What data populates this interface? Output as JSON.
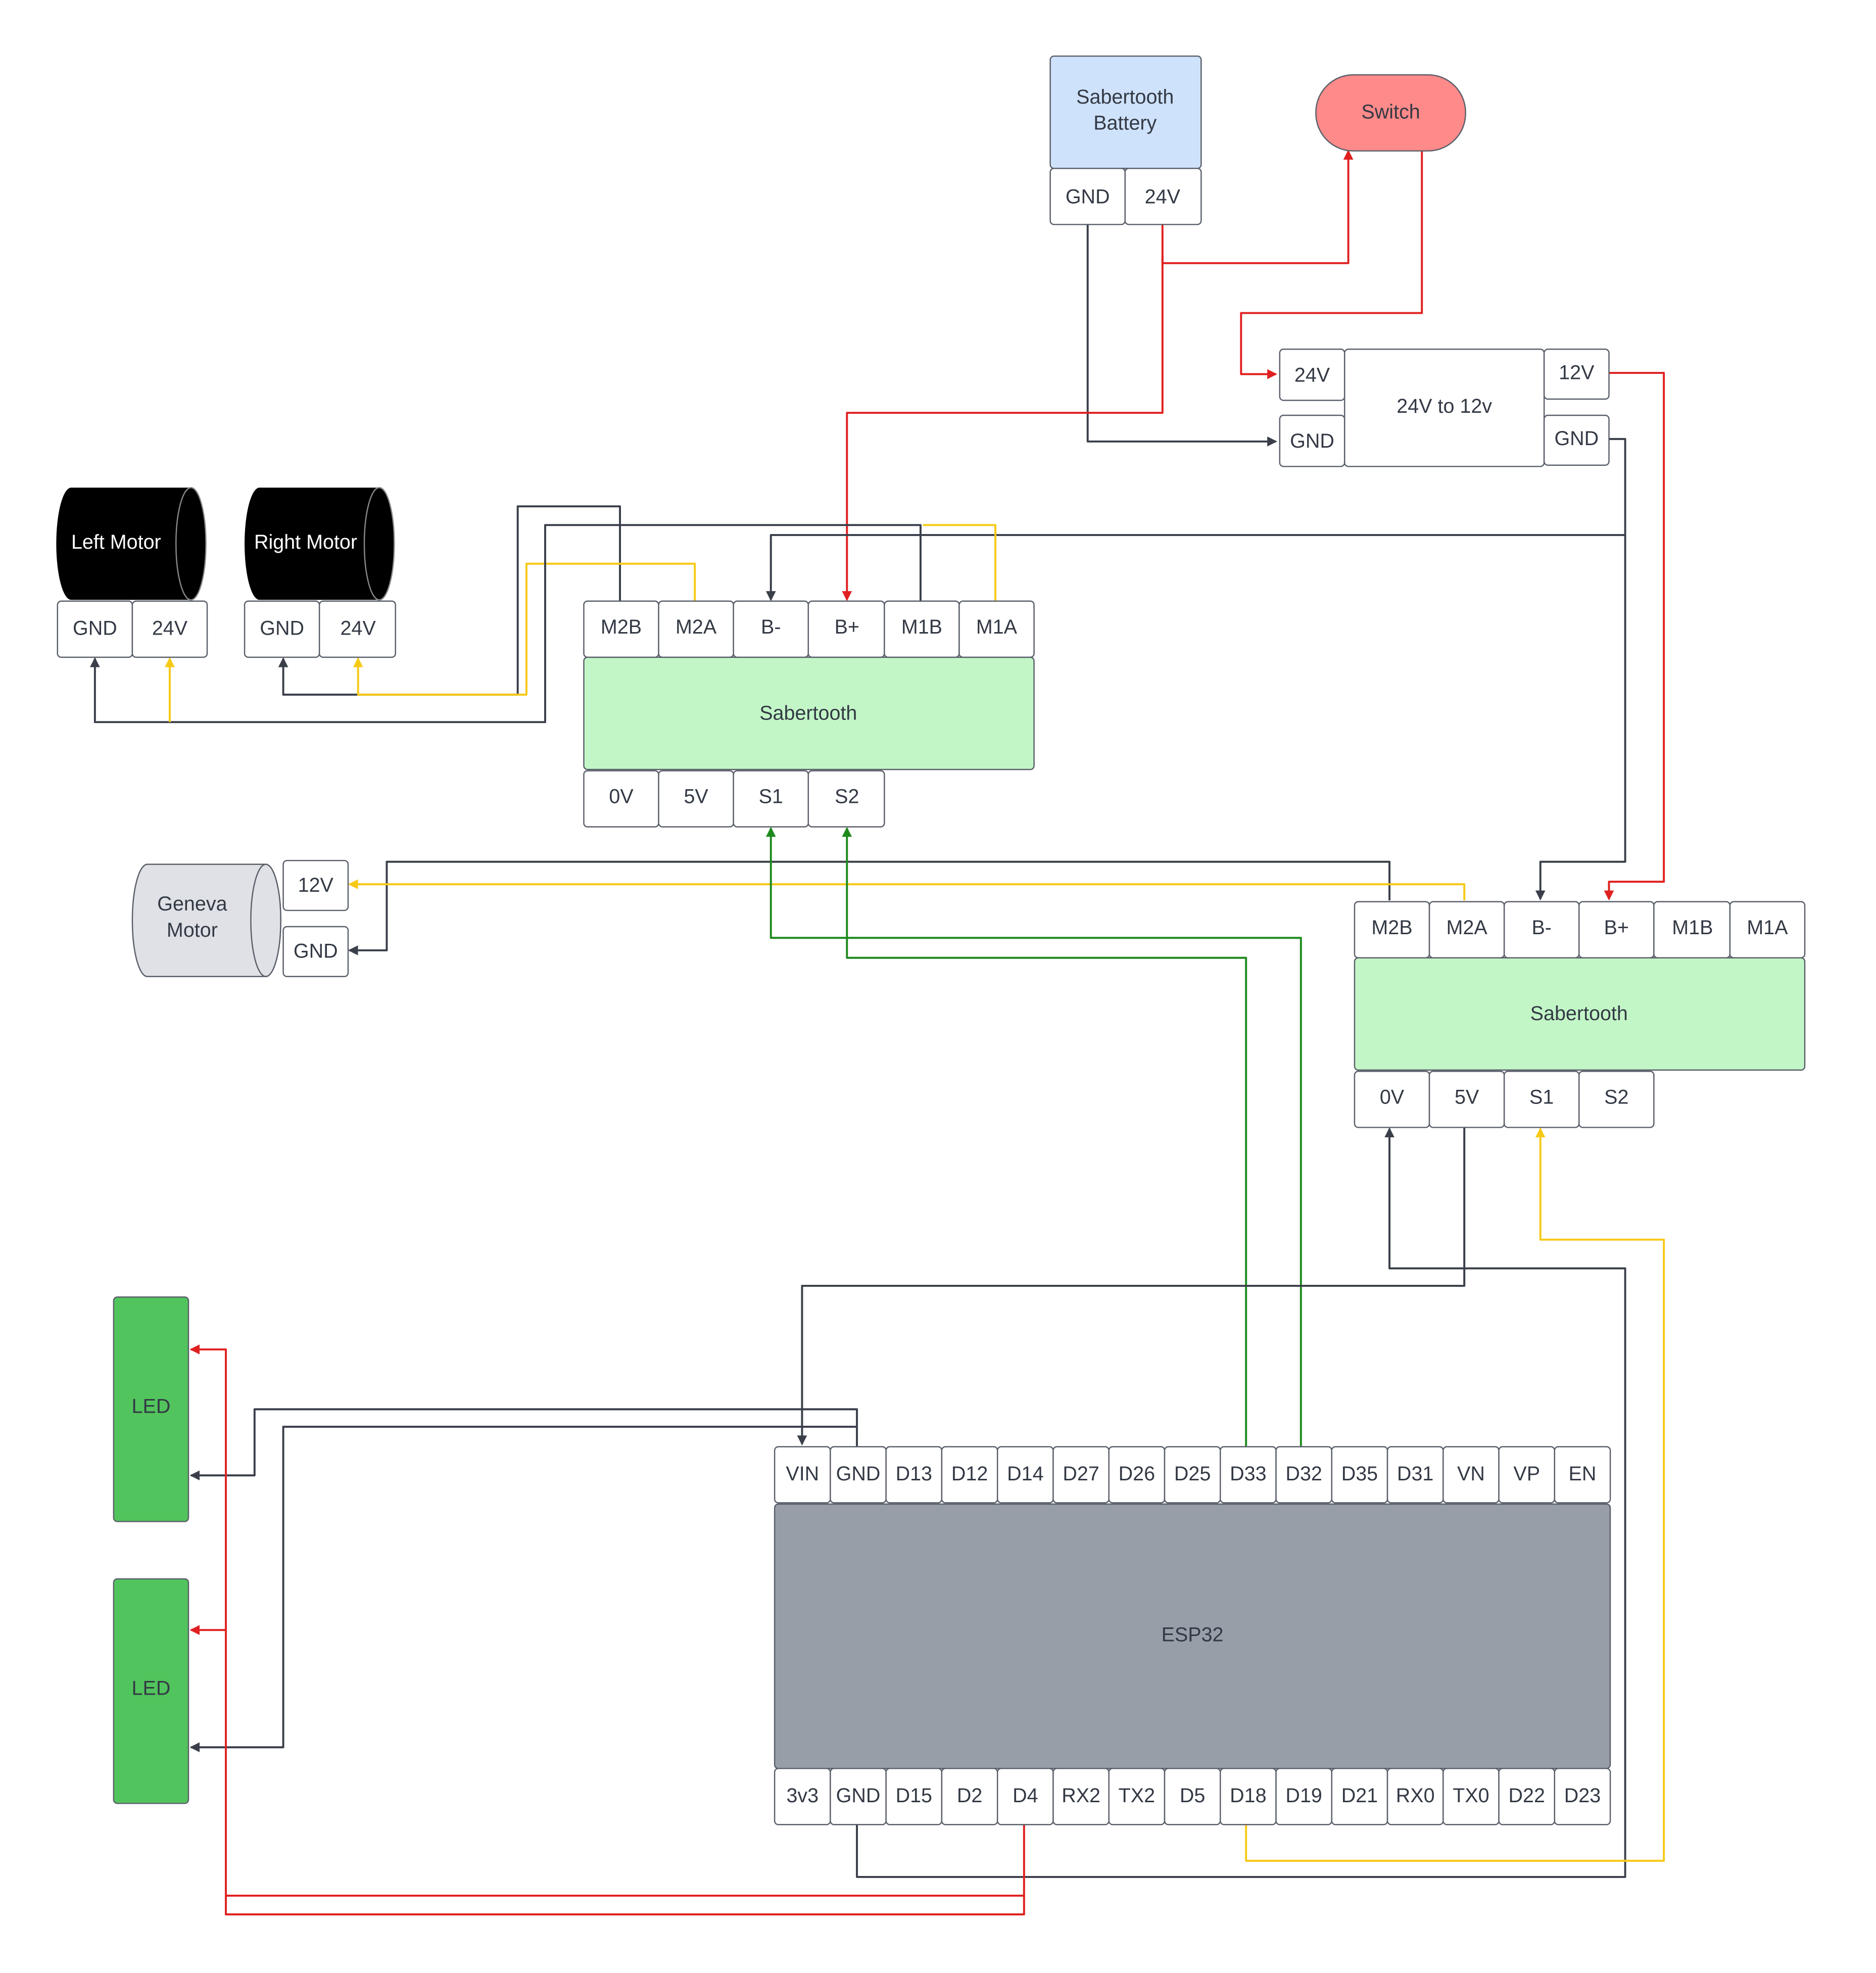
{
  "colors": {
    "wire_black": "#3a3f4a",
    "wire_red": "#e02020",
    "wire_yellow": "#f6c915",
    "wire_green": "#1e8a1e",
    "pin_fill": "#ffffff",
    "pin_stroke": "#5a5f6a",
    "battery_fill": "#cfe2fb",
    "switch_fill": "#ff8a8a",
    "sabertooth_fill": "#c3f6c7",
    "esp32_fill": "#979ea8",
    "led_fill": "#52c45d",
    "motor_black": "#000000",
    "geneva_fill": "#dfe1e6",
    "text_dark": "#333944",
    "text_light": "#ffffff"
  },
  "components": {
    "battery": {
      "label_line1": "Sabertooth",
      "label_line2": "Battery",
      "pins": [
        "GND",
        "24V"
      ]
    },
    "switch": {
      "label": "Switch"
    },
    "converter": {
      "label": "24V to 12v",
      "pins_left": [
        "24V",
        "GND"
      ],
      "pins_right": [
        "12V",
        "GND"
      ]
    },
    "left_motor": {
      "label": "Left Motor",
      "pins": [
        "GND",
        "24V"
      ]
    },
    "right_motor": {
      "label": "Right Motor",
      "pins": [
        "GND",
        "24V"
      ]
    },
    "sabertooth_1": {
      "label": "Sabertooth",
      "top_pins": [
        "M2B",
        "M2A",
        "B-",
        "B+",
        "M1B",
        "M1A"
      ],
      "bottom_pins": [
        "0V",
        "5V",
        "S1",
        "S2"
      ]
    },
    "geneva_motor": {
      "label_line1": "Geneva",
      "label_line2": "Motor",
      "pins": [
        "12V",
        "GND"
      ]
    },
    "sabertooth_2": {
      "label": "Sabertooth",
      "top_pins": [
        "M2B",
        "M2A",
        "B-",
        "B+",
        "M1B",
        "M1A"
      ],
      "bottom_pins": [
        "0V",
        "5V",
        "S1",
        "S2"
      ]
    },
    "led_1": {
      "label": "LED"
    },
    "led_2": {
      "label": "LED"
    },
    "esp32": {
      "label": "ESP32",
      "top_pins": [
        "VIN",
        "GND",
        "D13",
        "D12",
        "D14",
        "D27",
        "D26",
        "D25",
        "D33",
        "D32",
        "D35",
        "D31",
        "VN",
        "VP",
        "EN"
      ],
      "bottom_pins": [
        "3v3",
        "GND",
        "D15",
        "D2",
        "D4",
        "RX2",
        "TX2",
        "D5",
        "D18",
        "D19",
        "D21",
        "RX0",
        "TX0",
        "D22",
        "D23"
      ]
    }
  }
}
